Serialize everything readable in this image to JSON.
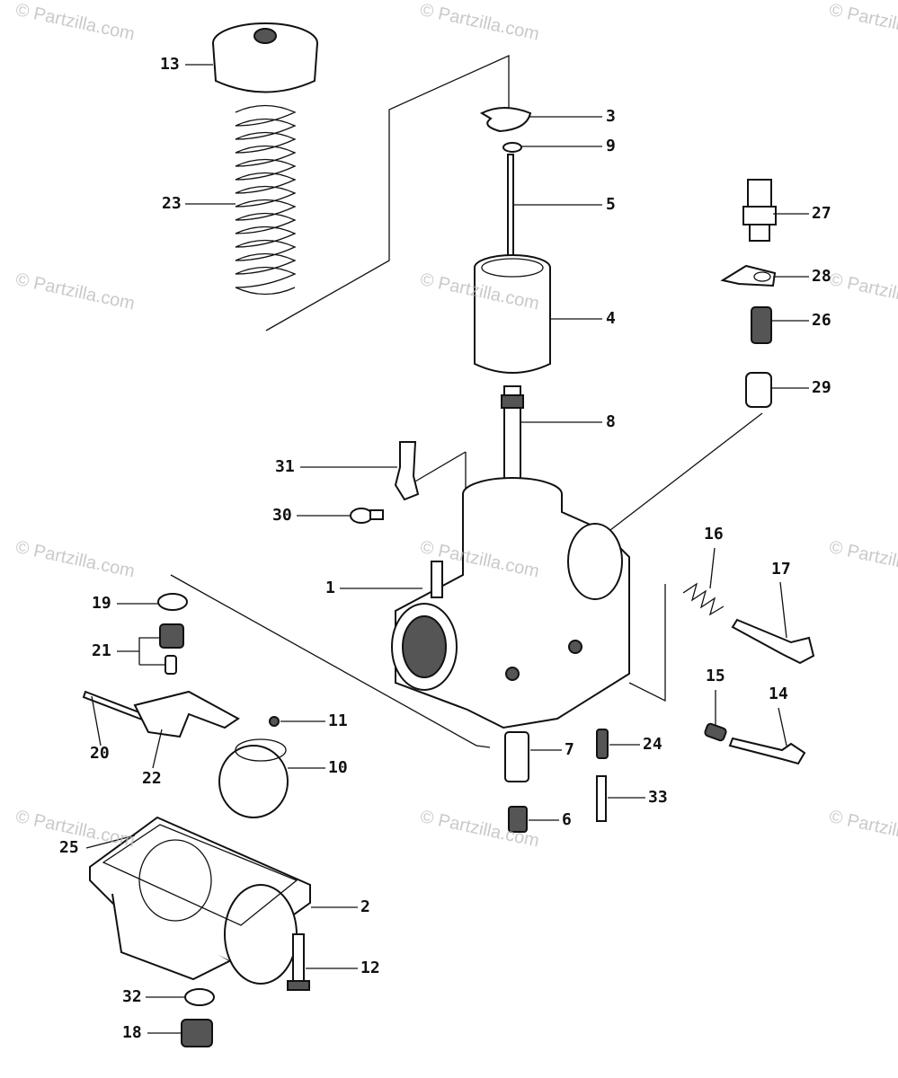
{
  "watermarks": [
    "© Partzilla.com",
    "© Partzilla.com",
    "© Partzilla.com",
    "© Partzilla.com",
    "© Partzilla.com",
    "© Partzilla.com",
    "© Partzilla.com",
    "© Partzilla.com",
    "© Partzilla.com",
    "© Partzilla.com",
    "© Partzilla.com",
    "© Partzilla.com"
  ],
  "callouts": [
    "13",
    "3",
    "9",
    "5",
    "23",
    "27",
    "28",
    "4",
    "26",
    "29",
    "8",
    "31",
    "30",
    "16",
    "17",
    "1",
    "19",
    "21",
    "20",
    "22",
    "11",
    "10",
    "7",
    "24",
    "15",
    "14",
    "33",
    "6",
    "25",
    "2",
    "12",
    "32",
    "18"
  ]
}
